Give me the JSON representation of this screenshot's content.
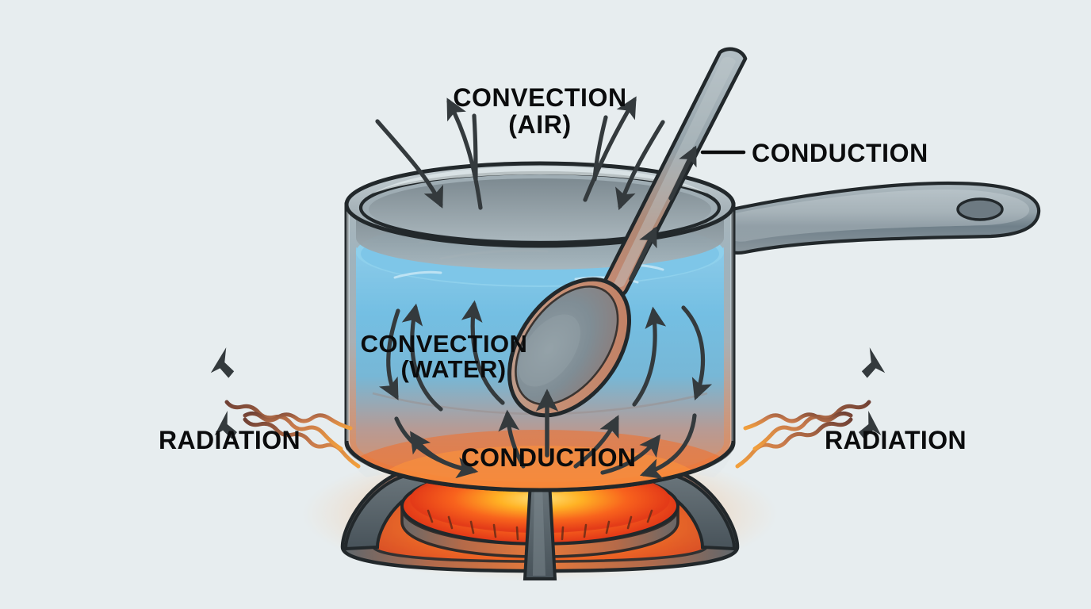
{
  "diagram": {
    "title": "Heat Transfer in a Saucepan",
    "background_color": "#e7edef",
    "labels": {
      "convection_air_line1": "CONVECTION",
      "convection_air_line2": "(AIR)",
      "conduction_spoon": "CONDUCTION",
      "convection_water_line1": "CONVECTION",
      "convection_water_line2": "(WATER)",
      "conduction_base": "CONDUCTION",
      "radiation_left": "RADIATION",
      "radiation_right": "RADIATION"
    },
    "colors": {
      "label_text": "#0b0c0d",
      "arrow_dark": "#343a3d",
      "outline": "#22282b",
      "water_top": "#79c5e8",
      "water_mid": "#66b6dd",
      "water_warm": "#cf9176",
      "pot_metal_top": "#9aa8ae",
      "pot_metal_mid": "#b6c2c7",
      "pot_warm_bottom": "#e07a46",
      "burner_glow_core": "#ffd24d",
      "burner_glow_mid": "#ff7a1a",
      "burner_glow_hot": "#e8321c",
      "stove_gray": "#555f65",
      "radiation_hot": "#f0902f",
      "radiation_cool": "#7a4436",
      "spoon_metal": "#8f9ba1",
      "spoon_copper": "#c98a72"
    },
    "elements": {
      "pot_name": "saucepan",
      "pot_handle_name": "pot-handle",
      "spoon_name": "metal-spoon",
      "stove_name": "gas-stove-burner",
      "water_name": "water-body",
      "flame_name": "burner-flame-glow"
    },
    "heat_transfer_modes": [
      {
        "mode": "Conduction",
        "medium": "spoon handle",
        "direction": "upward along metal"
      },
      {
        "mode": "Conduction",
        "medium": "pan base",
        "direction": "burner into pan bottom"
      },
      {
        "mode": "Convection",
        "medium": "water",
        "direction": "circulating loops"
      },
      {
        "mode": "Convection",
        "medium": "air",
        "direction": "rising above pot"
      },
      {
        "mode": "Radiation",
        "medium": "air",
        "direction": "outward from burner"
      }
    ]
  }
}
